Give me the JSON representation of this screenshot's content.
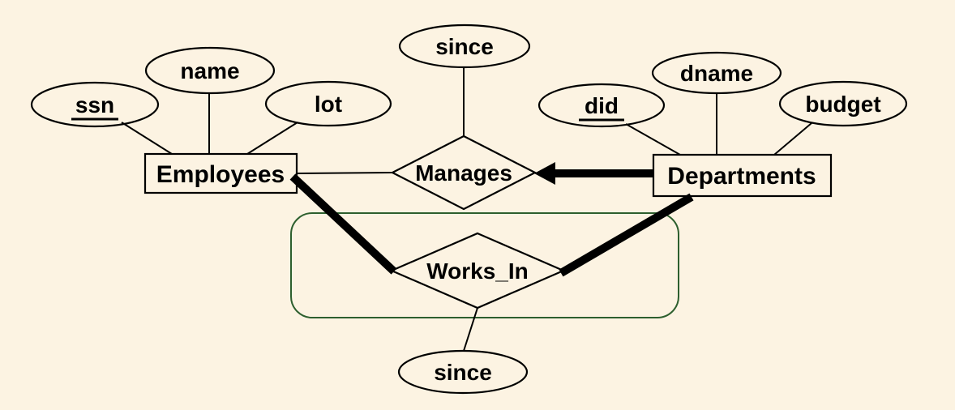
{
  "colors": {
    "background": "#fcf3e2",
    "shape_stroke": "#000000",
    "text": "#000000",
    "group_border": "#2d5f2e"
  },
  "entities": [
    {
      "label": "Employees"
    },
    {
      "label": "Departments"
    }
  ],
  "relationships": [
    {
      "label": "Manages"
    },
    {
      "label": "Works_In"
    }
  ],
  "attributes": [
    {
      "label": "ssn",
      "key": true,
      "attached_to": "Employees"
    },
    {
      "label": "name",
      "key": false,
      "attached_to": "Employees"
    },
    {
      "label": "lot",
      "key": false,
      "attached_to": "Employees"
    },
    {
      "label": "since",
      "key": false,
      "attached_to": "Manages"
    },
    {
      "label": "did",
      "key": true,
      "attached_to": "Departments"
    },
    {
      "label": "dname",
      "key": false,
      "attached_to": "Departments"
    },
    {
      "label": "budget",
      "key": false,
      "attached_to": "Departments"
    },
    {
      "label": "since",
      "key": false,
      "attached_to": "Works_In"
    }
  ]
}
